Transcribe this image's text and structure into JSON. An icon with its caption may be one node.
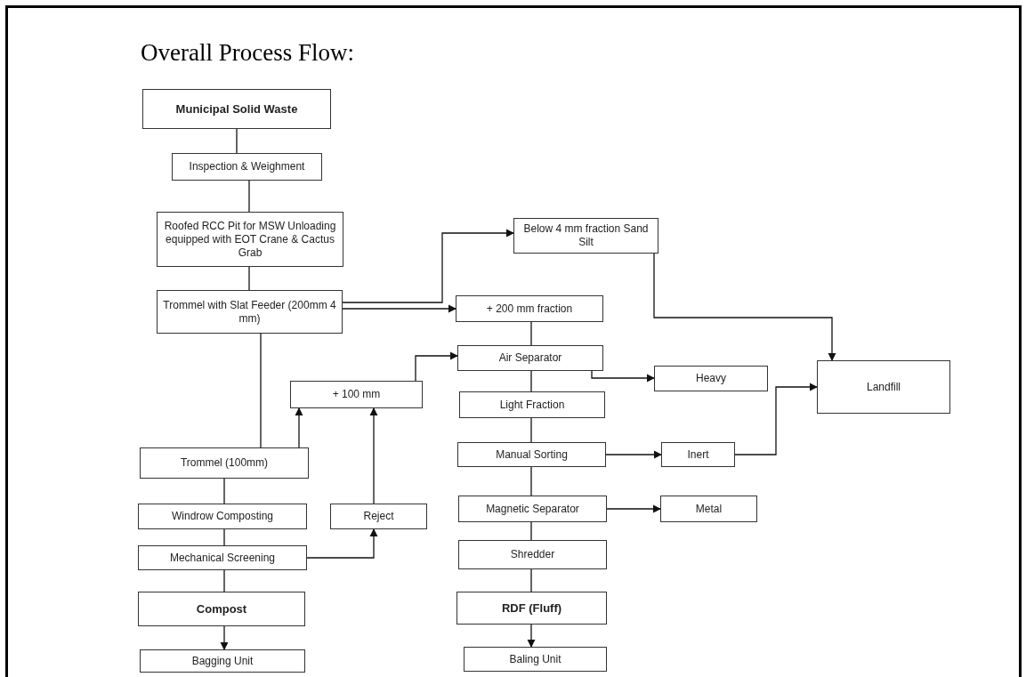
{
  "diagram": {
    "title": "Overall Process Flow:",
    "nodes": [
      {
        "text": [
          "Municipal Solid Waste"
        ]
      },
      {
        "text": [
          "Inspection & Weighment"
        ]
      },
      {
        "text": [
          "Roofed RCC Pit for MSW Unloading equipped with EOT Crane & Cactus Grab"
        ]
      },
      {
        "text": [
          "Trommel with Slat Feeder (200mm 4 mm)"
        ]
      },
      {
        "text": [
          "Below 4 mm fraction Sand Silt"
        ]
      },
      {
        "text": [
          "+ 200 mm fraction"
        ]
      },
      {
        "text": [
          "Air Separator"
        ]
      },
      {
        "text": [
          "Heavy"
        ]
      },
      {
        "text": [
          "+ 100 mm"
        ]
      },
      {
        "text": [
          "Light Fraction"
        ]
      },
      {
        "text": [
          "Landfill"
        ]
      },
      {
        "text": [
          "Trommel (100mm)"
        ]
      },
      {
        "text": [
          "Manual Sorting"
        ]
      },
      {
        "text": [
          "Inert"
        ]
      },
      {
        "text": [
          "Windrow Composting"
        ]
      },
      {
        "text": [
          "Reject"
        ]
      },
      {
        "text": [
          "Magnetic Separator"
        ]
      },
      {
        "text": [
          "Metal"
        ]
      },
      {
        "text": [
          "Mechanical Screening"
        ]
      },
      {
        "text": [
          "Shredder"
        ]
      },
      {
        "text": [
          "Compost"
        ]
      },
      {
        "text": [
          "RDF (Fluff)"
        ]
      },
      {
        "text": [
          "Bagging Unit"
        ]
      },
      {
        "text": [
          "Baling Unit"
        ]
      }
    ],
    "edges": [
      {
        "from": 0,
        "to": 1,
        "arrow": "none"
      },
      {
        "from": 1,
        "to": 2,
        "arrow": "none"
      },
      {
        "from": 2,
        "to": 3,
        "arrow": "none"
      },
      {
        "from": 3,
        "to": 11,
        "arrow": "none"
      },
      {
        "from": 3,
        "to": 4,
        "arrow": "to"
      },
      {
        "from": 3,
        "to": 5,
        "arrow": "to"
      },
      {
        "from": 4,
        "to": 10,
        "arrow": "to"
      },
      {
        "from": 5,
        "to": 6,
        "arrow": "none"
      },
      {
        "from": 6,
        "to": 7,
        "arrow": "to"
      },
      {
        "from": 6,
        "to": 9,
        "arrow": "none"
      },
      {
        "from": 8,
        "to": 6,
        "arrow": "to"
      },
      {
        "from": 11,
        "to": 8,
        "arrow": "to"
      },
      {
        "from": 15,
        "to": 8,
        "arrow": "to"
      },
      {
        "from": 9,
        "to": 12,
        "arrow": "none"
      },
      {
        "from": 12,
        "to": 13,
        "arrow": "to"
      },
      {
        "from": 13,
        "to": 10,
        "arrow": "to"
      },
      {
        "from": 12,
        "to": 16,
        "arrow": "none"
      },
      {
        "from": 16,
        "to": 17,
        "arrow": "to"
      },
      {
        "from": 16,
        "to": 19,
        "arrow": "none"
      },
      {
        "from": 19,
        "to": 21,
        "arrow": "none"
      },
      {
        "from": 21,
        "to": 23,
        "arrow": "to"
      },
      {
        "from": 11,
        "to": 14,
        "arrow": "none"
      },
      {
        "from": 14,
        "to": 18,
        "arrow": "none"
      },
      {
        "from": 18,
        "to": 15,
        "arrow": "to"
      },
      {
        "from": 18,
        "to": 20,
        "arrow": "none"
      },
      {
        "from": 20,
        "to": 22,
        "arrow": "to"
      }
    ]
  }
}
